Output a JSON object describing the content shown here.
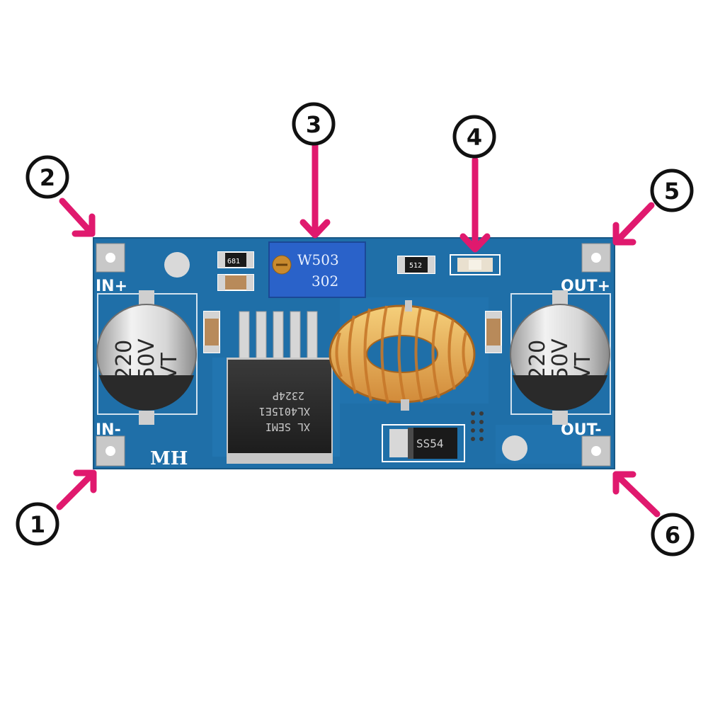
{
  "board": {
    "pcb_color": "#1f6fa8",
    "labels": {
      "in_plus": "IN+",
      "in_minus": "IN-",
      "out_plus": "OUT+",
      "out_minus": "OUT-",
      "maker": "MH"
    },
    "capacitor_left": {
      "line1": "220",
      "line2": "50V",
      "line3": "VT"
    },
    "capacitor_right": {
      "line1": "220",
      "line2": "50V",
      "line3": "VT"
    },
    "ic": {
      "line1": "XL SEMI",
      "line2": "XL4015E1",
      "line3": "2324P"
    },
    "potentiometer": {
      "line1": "W503",
      "line2": "302"
    },
    "diode": {
      "text": "SS54"
    },
    "resistor_top_left": {
      "text": "681"
    },
    "resistor_top_right": {
      "text": "512"
    }
  },
  "callouts": [
    {
      "number": "1",
      "target": "IN-"
    },
    {
      "number": "2",
      "target": "IN+"
    },
    {
      "number": "3",
      "target": "potentiometer"
    },
    {
      "number": "4",
      "target": "led"
    },
    {
      "number": "5",
      "target": "OUT+"
    },
    {
      "number": "6",
      "target": "OUT-"
    }
  ],
  "colors": {
    "arrow": "#e0196e",
    "callout_circle_stroke": "#111111"
  }
}
